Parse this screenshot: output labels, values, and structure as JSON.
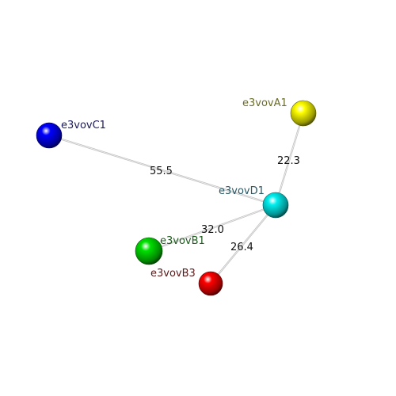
{
  "nodes": [
    {
      "id": "e3vovA1",
      "label": "e3vovA1",
      "color": "#ffff00",
      "label_color": "#6b6b2a"
    },
    {
      "id": "e3vovB1",
      "label": "e3vovB1",
      "color": "#00e000",
      "label_color": "#1f5a1f"
    },
    {
      "id": "e3vovB3",
      "label": "e3vovB3",
      "color": "#ff0000",
      "label_color": "#5a1a1a"
    },
    {
      "id": "e3vovC1",
      "label": "e3vovC1",
      "color": "#0000ff",
      "label_color": "#1a1a5a"
    },
    {
      "id": "e3vovD1",
      "label": "e3vovD1",
      "color": "#00eeee",
      "label_color": "#2a5a66"
    }
  ],
  "edges": [
    {
      "from": "e3vovC1",
      "to": "e3vovD1",
      "label": "55.5"
    },
    {
      "from": "e3vovA1",
      "to": "e3vovD1",
      "label": "22.3"
    },
    {
      "from": "e3vovB1",
      "to": "e3vovD1",
      "label": "32.0"
    },
    {
      "from": "e3vovB3",
      "to": "e3vovD1",
      "label": "26.4"
    }
  ]
}
